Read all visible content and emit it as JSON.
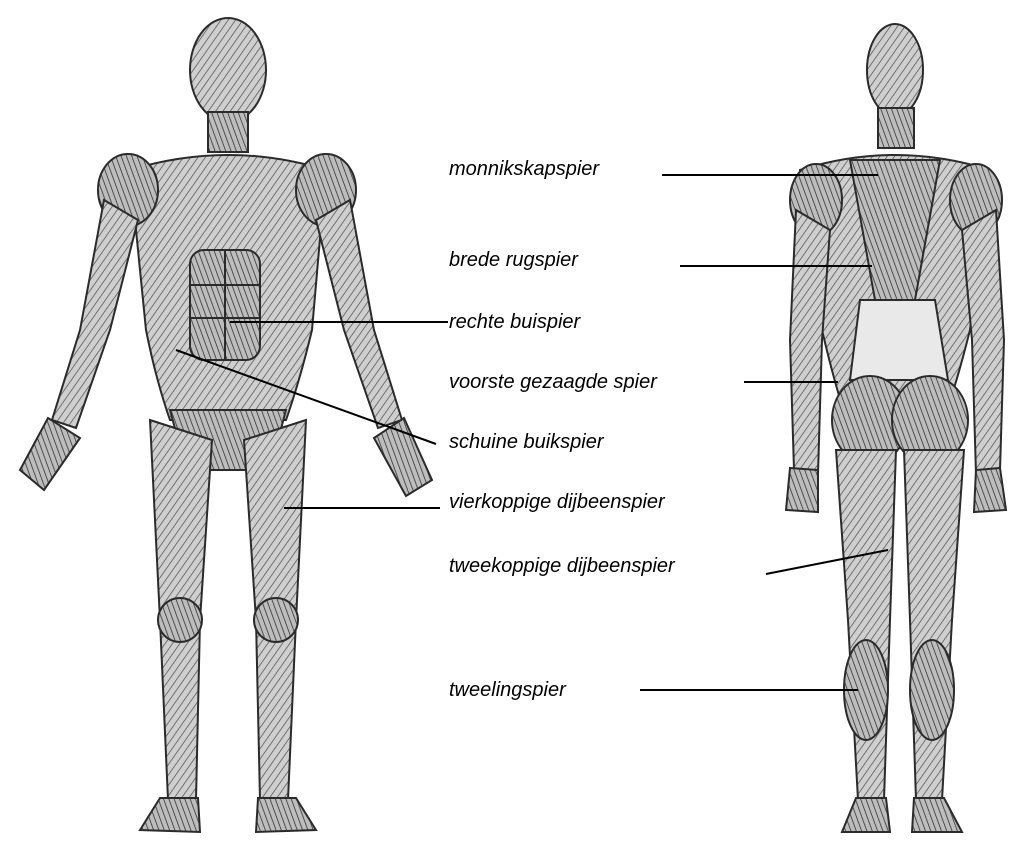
{
  "labels": [
    "monnikskapspier",
    "brede rugspier",
    "rechte buispier",
    "voorste gezaagde spier",
    "schuine buikspier",
    "vierkoppige dijbeenspier",
    "tweekoppige dijbeenspier",
    "tweelingspier"
  ],
  "figures": {
    "front": "anterior-muscle-figure",
    "back": "posterior-muscle-figure"
  },
  "colors": {
    "ink": "#000000",
    "shade": "#3a3a3a",
    "skin": "#d9d9d9",
    "background": "#ffffff"
  }
}
